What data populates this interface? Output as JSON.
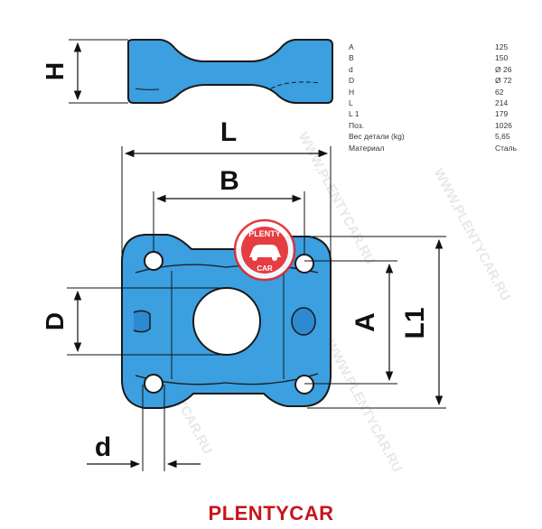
{
  "dimensions": {
    "H": "H",
    "L": "L",
    "B": "B",
    "D": "D",
    "A": "A",
    "L1": "L1",
    "d": "d"
  },
  "specs": [
    {
      "label": "A",
      "value": "125"
    },
    {
      "label": "B",
      "value": "150"
    },
    {
      "label": "d",
      "value": "Ø 26"
    },
    {
      "label": "D",
      "value": "Ø 72"
    },
    {
      "label": "H",
      "value": "62"
    },
    {
      "label": "L",
      "value": "214"
    },
    {
      "label": "L 1",
      "value": "179"
    },
    {
      "label": "Поз.",
      "value": "1026"
    },
    {
      "label": "Вес детали (kg)",
      "value": "5,65"
    },
    {
      "label": "Материал",
      "value": "Сталь"
    }
  ],
  "logo": {
    "text_top": "PLENTY",
    "text_bottom": "CAR"
  },
  "watermark": "WWW.PLENTYCAR.RU",
  "brand": "PLENTYCAR",
  "colors": {
    "part": "#3b9fe0",
    "outline": "#1a1a1a",
    "brand": "#c8141c",
    "logo": "#e3282e"
  }
}
